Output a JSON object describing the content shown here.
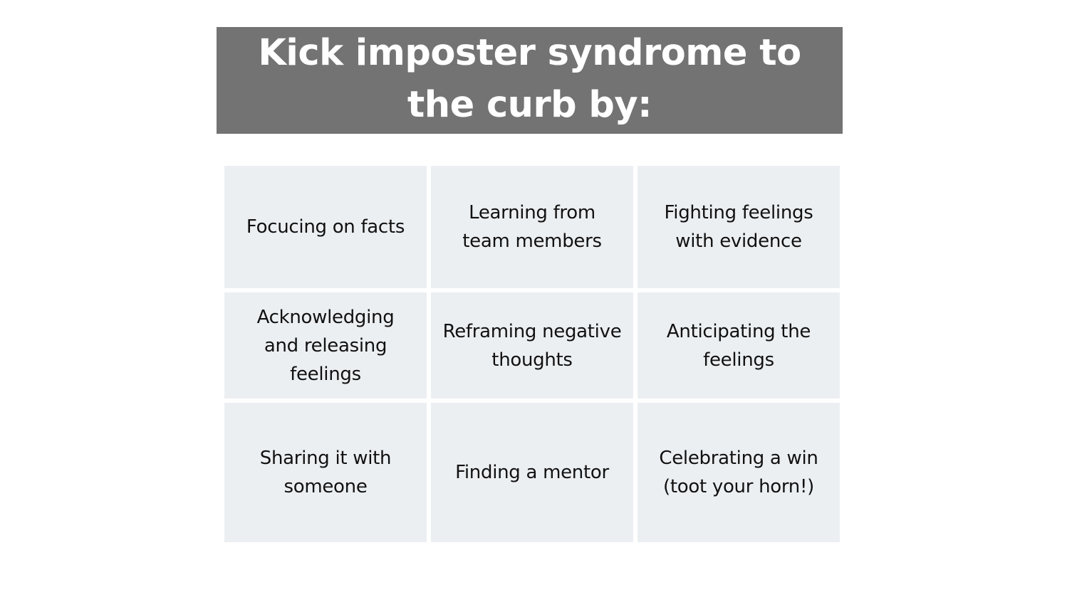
{
  "title": {
    "text": "Kick imposter syndrome to the curb by:"
  },
  "colors": {
    "banner_background": "#737373",
    "banner_text": "#ffffff",
    "cell_background": "#eceff2",
    "cell_text": "#111111",
    "page_background": "#ffffff"
  },
  "grid": {
    "items": [
      {
        "label": "Focucing on facts"
      },
      {
        "label": "Learning from team members"
      },
      {
        "label": "Fighting feelings with evidence"
      },
      {
        "label": "Acknowledging and releasing feelings"
      },
      {
        "label": "Reframing negative thoughts"
      },
      {
        "label": "Anticipating the feelings"
      },
      {
        "label": "Sharing it with someone"
      },
      {
        "label": "Finding a mentor"
      },
      {
        "label": "Celebrating a win (toot your horn!)"
      }
    ]
  }
}
